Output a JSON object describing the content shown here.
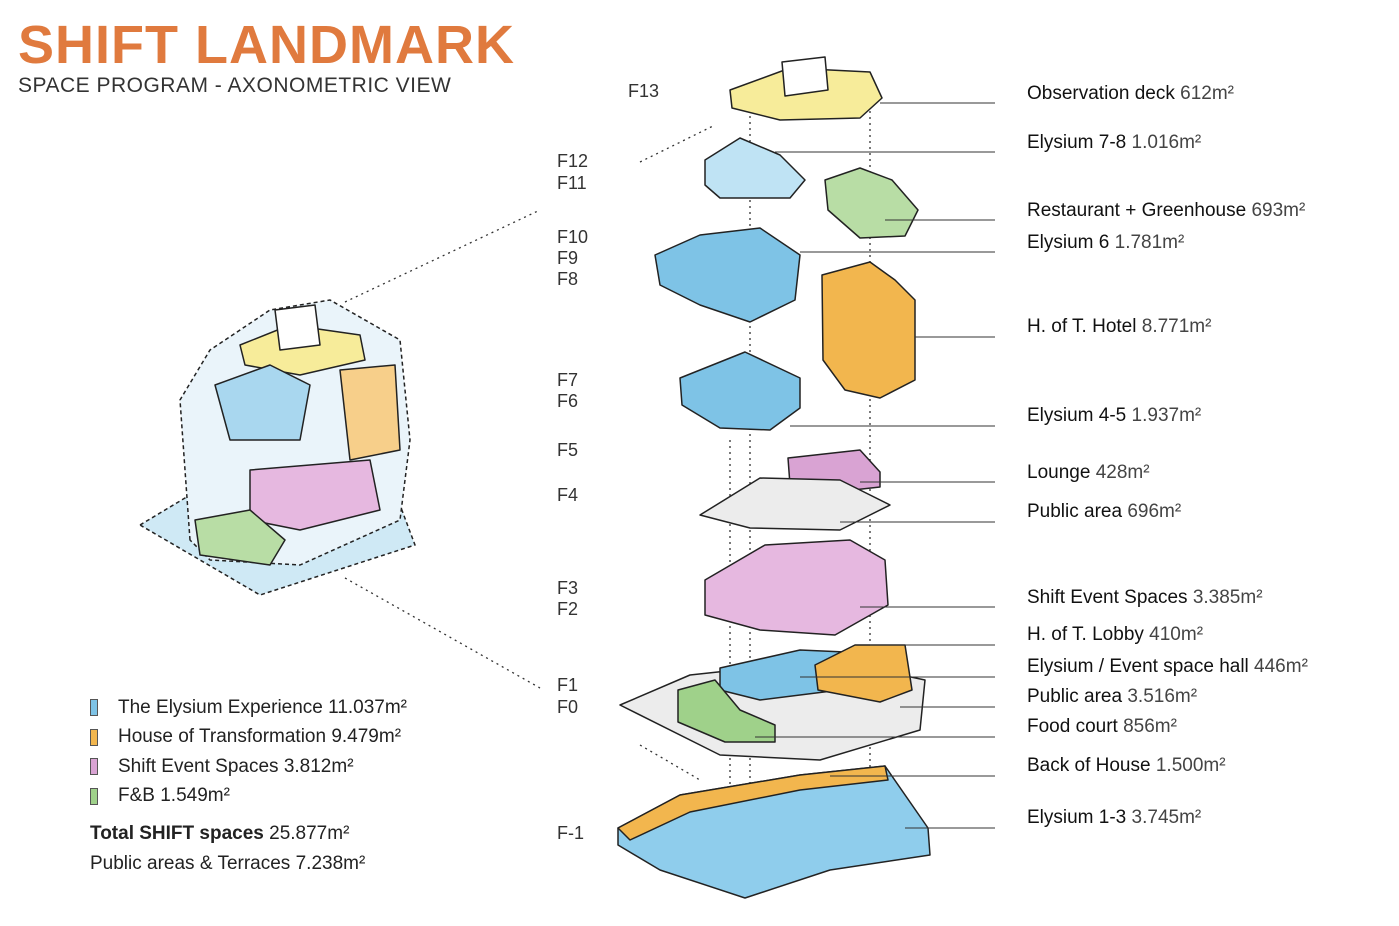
{
  "header": {
    "title": "SHIFT LANDMARK",
    "subtitle": "SPACE PROGRAM - AXONOMETRIC VIEW"
  },
  "colors": {
    "title": "#e07a3e",
    "elysium": "#7ec3e6",
    "transformation": "#f2b64e",
    "event": "#d9a3d3",
    "fnb": "#9fd18a",
    "public": "#e4e4e4",
    "observation": "#f7ec9a"
  },
  "floors": [
    "F13",
    "F12",
    "F11",
    "F10",
    "F9",
    "F8",
    "F7",
    "F6",
    "F5",
    "F4",
    "F3",
    "F2",
    "F1",
    "F0",
    "F-1"
  ],
  "spaces": [
    {
      "name": "Observation deck",
      "value": "612m²"
    },
    {
      "name": "Elysium 7-8",
      "value": "1.016m²"
    },
    {
      "name": "Restaurant + Greenhouse",
      "value": "693m²"
    },
    {
      "name": "Elysium 6",
      "value": "1.781m²"
    },
    {
      "name": "H. of T. Hotel",
      "value": "8.771m²"
    },
    {
      "name": "Elysium 4-5",
      "value": "1.937m²"
    },
    {
      "name": "Lounge",
      "value": "428m²"
    },
    {
      "name": "Public area",
      "value": "696m²"
    },
    {
      "name": "Shift Event Spaces",
      "value": "3.385m²"
    },
    {
      "name": "H. of T. Lobby",
      "value": "410m²"
    },
    {
      "name": "Elysium / Event space hall",
      "value": "446m²"
    },
    {
      "name": "Public area",
      "value": "3.516m²"
    },
    {
      "name": "Food court",
      "value": "856m²"
    },
    {
      "name": "Back of House",
      "value": "1.500m²"
    },
    {
      "name": "Elysium 1-3",
      "value": "3.745m²"
    }
  ],
  "legend": {
    "items": [
      {
        "name": "The Elysium Experience",
        "value": "11.037m²",
        "color": "#7ec3e6"
      },
      {
        "name": "House of Transformation",
        "value": "9.479m²",
        "color": "#f2b64e"
      },
      {
        "name": "Shift Event Spaces",
        "value": "3.812m²",
        "color": "#d9a3d3"
      },
      {
        "name": "F&B",
        "value": "1.549m²",
        "color": "#9fd18a"
      }
    ],
    "total": {
      "name": "Total SHIFT spaces",
      "value": "25.877m²"
    },
    "public": {
      "name": "Public areas & Terraces",
      "value": "7.238m²"
    }
  }
}
